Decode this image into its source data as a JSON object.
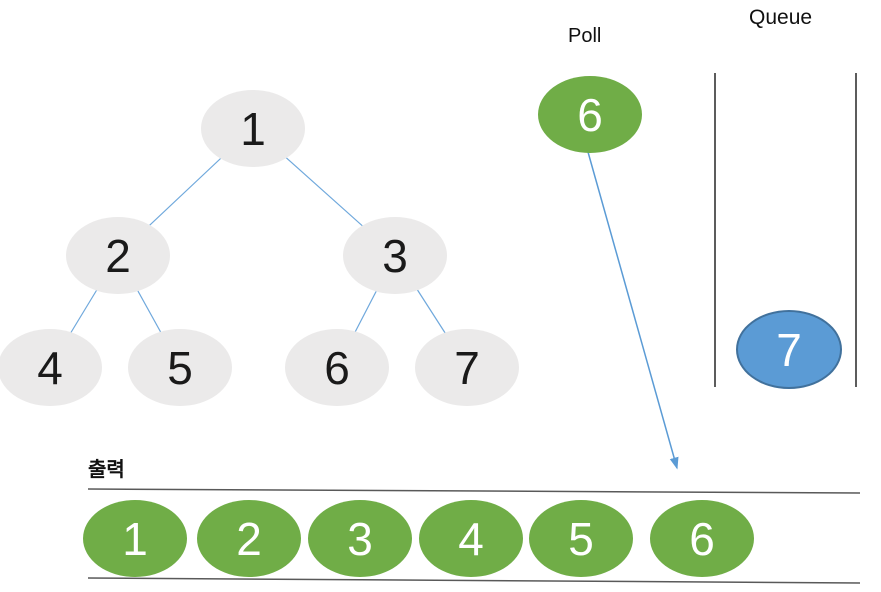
{
  "tree": {
    "values": [
      "1",
      "2",
      "3",
      "4",
      "5",
      "6",
      "7"
    ],
    "edges": [
      [
        0,
        1
      ],
      [
        0,
        2
      ],
      [
        1,
        3
      ],
      [
        1,
        4
      ],
      [
        2,
        5
      ],
      [
        2,
        6
      ]
    ]
  },
  "poll": {
    "label": "Poll",
    "value": "6"
  },
  "queue": {
    "label": "Queue",
    "value": "7"
  },
  "output": {
    "label": "출력",
    "values": [
      "1",
      "2",
      "3",
      "4",
      "5",
      "6"
    ]
  },
  "colors": {
    "tree_node_fill": "#EBEAEA",
    "green_fill": "#70AD47",
    "blue_fill": "#5B9BD5",
    "blue_border": "#41719C",
    "edge_line": "#6FA8DC",
    "arrow_line": "#5B9BD5",
    "output_line": "#595959",
    "queue_wall": "#262626",
    "tree_text": "#1a1a1a",
    "ellipse_text": "#ffffff"
  }
}
